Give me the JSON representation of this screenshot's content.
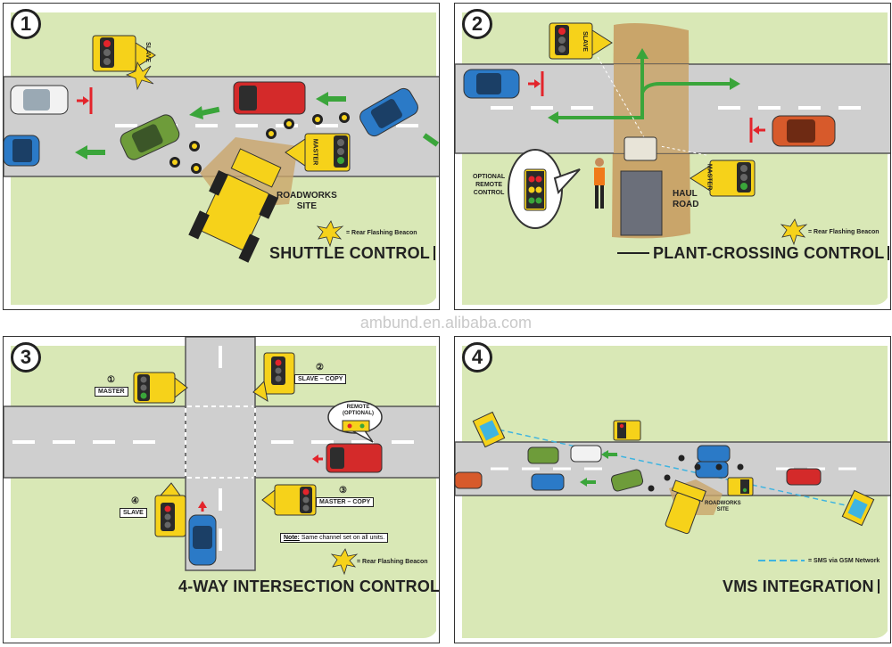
{
  "watermark": "ambund.en.alibaba.com",
  "colors": {
    "grass": "#d9e8b6",
    "road": "#cfcfcf",
    "light": "#f6d21a",
    "dirt": "#c9a56a",
    "arrow": "#3aa53a",
    "stop": "#e3242b"
  },
  "legend_text": "= Rear Flashing Beacon",
  "panel1": {
    "number": "1",
    "title": "SHUTTLE CONTROL",
    "site_label_line1": "ROADWORKS",
    "site_label_line2": "SITE",
    "slave": "SLAVE",
    "master": "MASTER"
  },
  "panel2": {
    "number": "2",
    "title": "PLANT-CROSSING CONTROL",
    "remote_line1": "OPTIONAL",
    "remote_line2": "REMOTE",
    "remote_line3": "CONTROL",
    "haul_line1": "HAUL",
    "haul_line2": "ROAD",
    "slave": "SLAVE",
    "master": "MASTER"
  },
  "panel3": {
    "number": "3",
    "title": "4-WAY INTERSECTION CONTROL",
    "master": "MASTER",
    "slave_copy": "SLAVE – COPY",
    "master_copy": "MASTER – COPY",
    "slave": "SLAVE",
    "n1": "①",
    "n2": "②",
    "n3": "③",
    "n4": "④",
    "remote_line1": "REMOTE",
    "remote_line2": "(OPTIONAL)",
    "note_bold": "Note:",
    "note_text": " Same channel set on all units."
  },
  "panel4": {
    "number": "4",
    "title": "VMS INTEGRATION",
    "site_line1": "ROADWORKS",
    "site_line2": "SITE",
    "sms_legend": "= SMS via GSM Network"
  }
}
